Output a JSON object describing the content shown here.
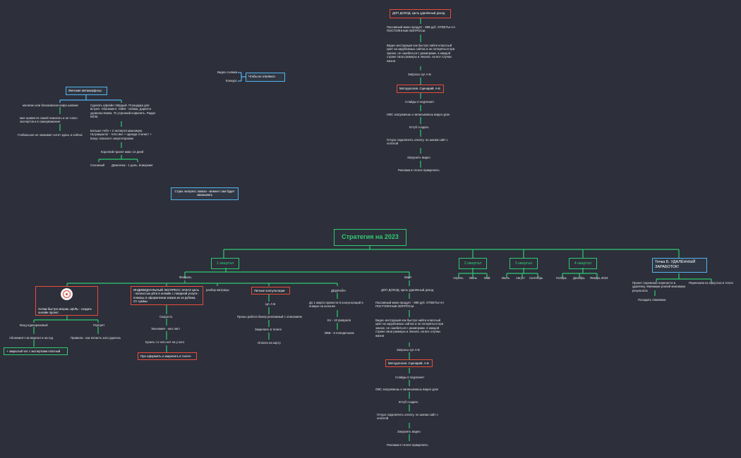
{
  "colors": {
    "background": "#2d2f3a",
    "line": "#2ecc71",
    "line_secondary": "#55b4ee",
    "highlight_border": "#e74c3c",
    "text": "#e6e6ea"
  },
  "icon": "target-icon",
  "root": "Стратегия на 2023",
  "quarters": [
    "1 квартал",
    "2 квартал",
    "3 квартал",
    "4 квартал"
  ],
  "point_b": "Точка Б. УДАЛЁННЫЙ ЗАРАБОТОК!",
  "q1_months": {
    "feb": "Февраль",
    "mar": "Март"
  },
  "q2_months": [
    "Апрель",
    "Июнь",
    "Май"
  ],
  "q3_months": [
    "Июль",
    "Август",
    "Сентябрь"
  ],
  "q4_months": [
    "Ноябрь",
    "Декабрь",
    "Январь 2024"
  ],
  "point_b_items": [
    "Проект перевозки перенести в удалёнку. Минимум усилий максимум результата",
    "Переехали из Иркутска в тепло",
    "Посадить помовика"
  ],
  "goal_box": "Хотим быстро миграк. ЦЕЛЬ - создать онлайн проект .",
  "goal_children": {
    "left": "Вход единоразовый",
    "left_sub": "Абонемент на квартал и на год",
    "right": "Портрет",
    "right_sub": "Правила - как попасть кого удалось",
    "closed_chat": "+ закрытый чат с экспертами платный"
  },
  "express": {
    "box": "ИНДИВИДУАЛЬНЫЙ ЭКСПРЕСС ЗАКАЗ Цель - полностью уйти в онлайн с товарной услуги - помощь в оформлении заказа из за рубежа. От суммы",
    "items": [
      "Скорость",
      "Экономия - нал лист",
      "Купить то чего нет на у кого"
    ],
    "final": "Про оформить и закрепить в телеге"
  },
  "razbor": "разбор матрицы",
  "consult": {
    "box": "Личные консультации",
    "items": [
      "ЦА А-Б",
      "Прошо работа банер рекламный с описанием",
      "Закрепить в телеге",
      "Оплата на карту"
    ]
  },
  "deadline": {
    "title": "ДЕДЛАЙН",
    "items": [
      "До 1 марта провести 5 консультаций в январе на колонке",
      "Ел - 10 февраля",
      "ИББ - 6 понедельник"
    ]
  },
  "march": {
    "title": "ДОП ДОХОД. Цель удалённый доход",
    "items": [
      "Пассивный мини продукт - 999 руб. ОТВЕТЫ НА ПОСТОЯННЫЕ ВОПРОСЫ",
      "Видео инструкция как быстро найти классный цвет на зарубежных сайтах и не потеряться при заказе, не ошибиться с размерами. в каждой стране свои размеры и лекала. на все случаи жизни",
      "Запросы ЦА А-Б"
    ],
    "method": "Методология. Сценарий. А-Б",
    "steps": [
      "Слайды в поурпоинт",
      "ОВС загружаешь и записываешь видео урок",
      "Ютуб создать",
      "Гетуро подключить оплату. по шагам сайт с оплатой",
      "Загрузить видео",
      "Реклама в телеге прикрепить"
    ]
  },
  "top": {
    "title": "ДОП ДОХОД. Цель удалённый доход",
    "items": [
      "Пассивный мини продукт - 999 руб. ОТВЕТЫ НА ПОСТОЯННЫЕ ВОПРОСЫ",
      "Видео инструкция как быстро найти классный цвет на зарубежных сайтах и не потеряться при заказе, не ошибиться с размерами. в каждой стране свои размеры и лекала. на все случаи жизни",
      "Запросы ЦА А-Б"
    ],
    "method": "Методология. Сценарий. А-Б",
    "steps": [
      "Слайды в поурпоинт",
      "ОВС загружаешь и записываешь видео урок",
      "Ютуб создать",
      "Гетуро подключить оплату. по шагам сайт с оплатой",
      "Загрузить видео",
      "Реклама в телеге прикрепить"
    ]
  },
  "competitor": {
    "box": "Чтобы не отвлёкся",
    "left1": "Видео съёмка",
    "left2": "Конкурс"
  },
  "women": {
    "box": "Женские метаморфозы",
    "left": [
      "мелатин или близковская инфо шапкие",
      "мне нравится самой помогать и не толко экспертов в в самоуважении",
      "Глобальное не знакомит хотят здесь и сейчас"
    ],
    "right": [
      "Сделать офлайн твёрдый. Площадка для встреч. Абонемент. СММ - собака, дарится удовольствием. Те утренний кофепить. Радио МСМ.",
      "Больше тебя + 2 эксперта максимум. Нутрициолог - тело вес + одежда стилист + Бокус психолог энерготерапии",
      "Короткий проект макс 14 дней"
    ],
    "leaves": [
      "Сезонный",
      "Деменчик - 1 день. Коворкинг"
    ]
  },
  "floating": "Страх экспресс заказа - момент сам будет заказывать"
}
